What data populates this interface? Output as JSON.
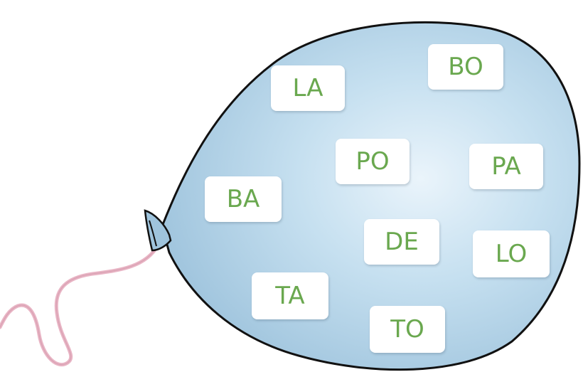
{
  "syllables": [
    "LA",
    "BO",
    "PO",
    "PA",
    "BA",
    "DE",
    "LO",
    "TA",
    "TO"
  ],
  "colors": {
    "balloon_fill": "#b9d7ea",
    "balloon_outline": "#111111",
    "card_background": "#ffffff",
    "syllable_text": "#6aa84f",
    "string": "#e8b4c4"
  }
}
